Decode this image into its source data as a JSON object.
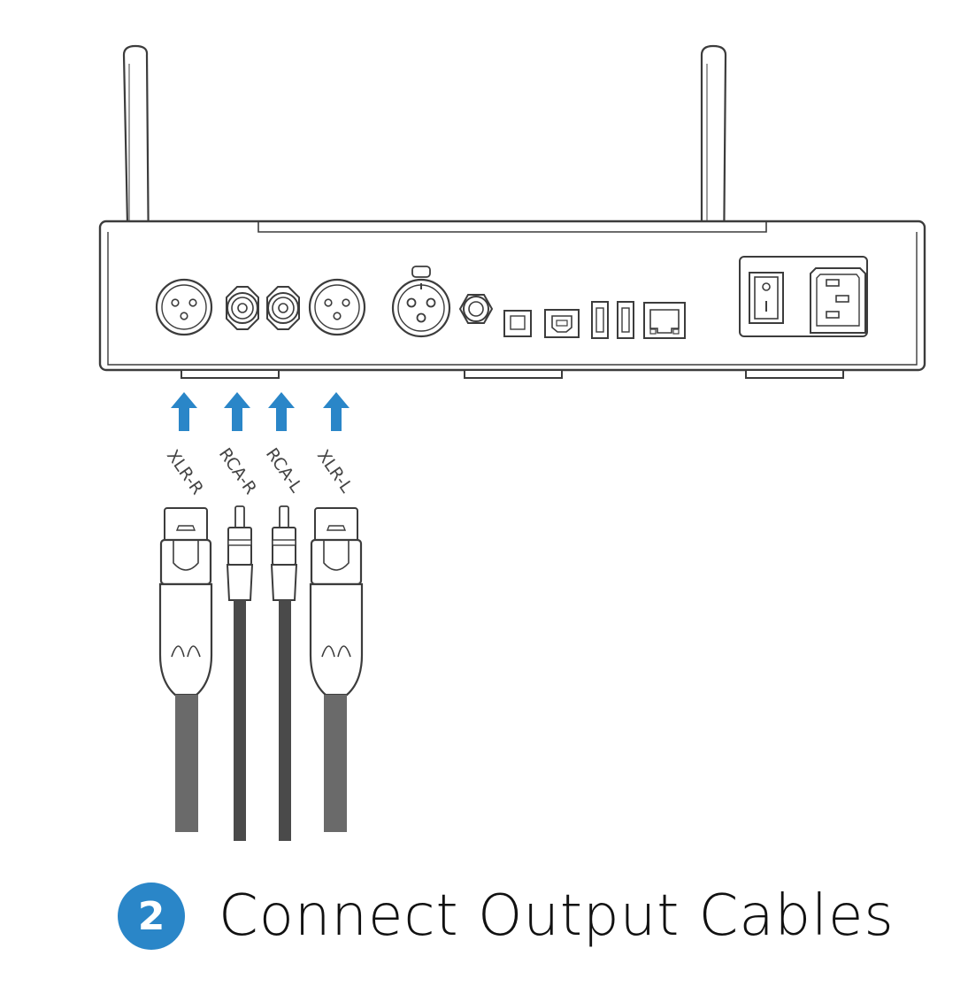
{
  "colors": {
    "accent": "#2a86c8",
    "line": "#3c3c3c",
    "cable": "#6a6a6a"
  },
  "cable_labels": {
    "xlr_r": "XLR-R",
    "rca_r": "RCA-R",
    "rca_l": "RCA-L",
    "xlr_l": "XLR-L"
  },
  "step": {
    "number": "2",
    "title": "Connect Output Cables"
  },
  "icons": {
    "arrow": "up-arrow-icon",
    "power_switch": "power-switch-icon",
    "power_inlet": "iec-power-inlet-icon"
  }
}
